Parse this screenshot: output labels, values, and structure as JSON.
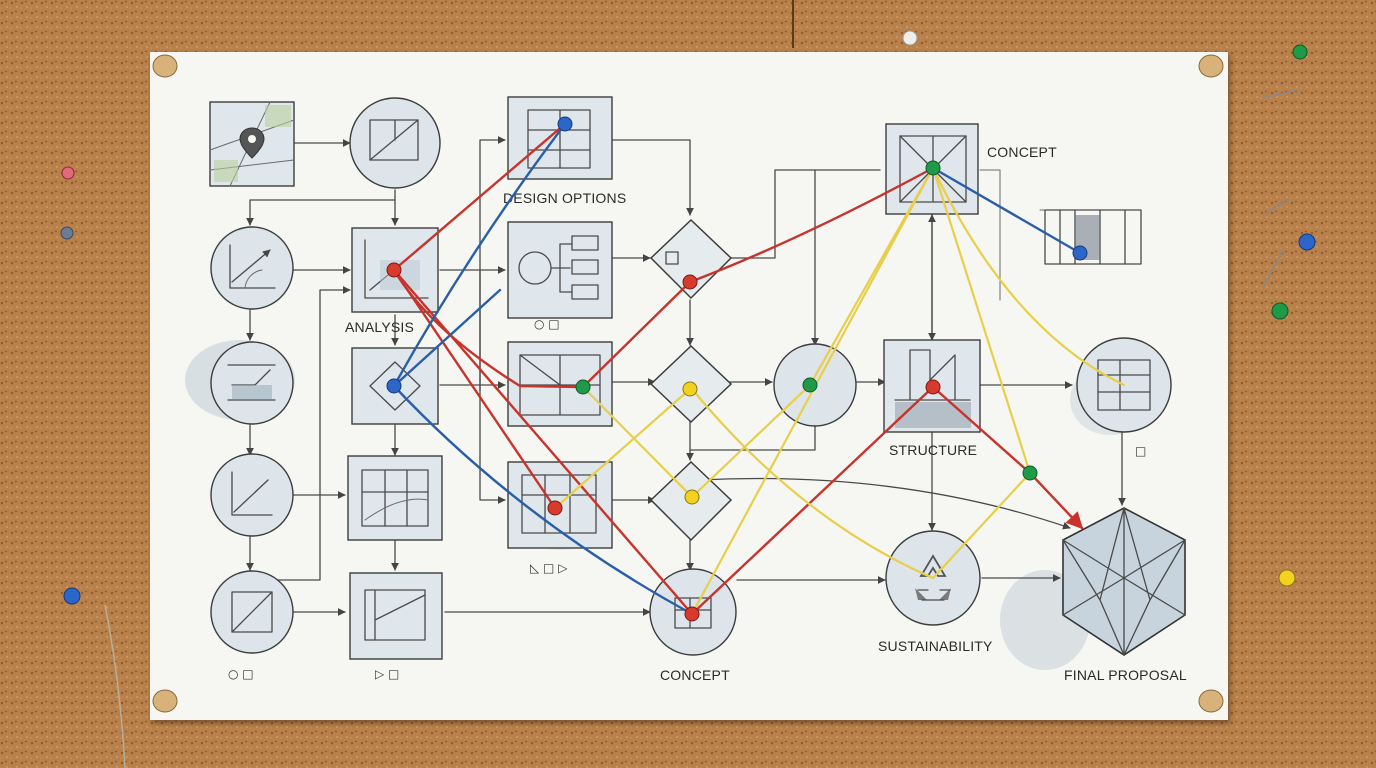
{
  "diagram": {
    "labels": {
      "analysis": "ANALYSIS",
      "design_options": "DESIGN OPTIONS",
      "concept_top": "CONCEPT",
      "structure": "STRUCTURE",
      "sustainability": "SUSTAINABILITY",
      "concept_bottom": "CONCEPT",
      "final_proposal": "FINAL PROPOSAL",
      "sym_col1": "○ □",
      "sym_col2": "▷ □",
      "sym_col3": "◺ □ ▷",
      "sym_right": "□"
    },
    "thread_colors": {
      "red": "#c8332b",
      "blue": "#2a5fa8",
      "yellow": "#e8cf4a"
    },
    "pin_colors": {
      "red": "#d83a2e",
      "blue": "#2c66c8",
      "green": "#1f9a48",
      "yellow": "#f2d21e",
      "pink": "#e06a7a",
      "wood": "#d8b27a"
    },
    "icons": [
      "map-pin-icon",
      "recycle-icon",
      "polyhedron-icon",
      "chart-icon",
      "grid-icon",
      "flowchart-icon"
    ],
    "background": {
      "cork": "#b8804a",
      "paper": "#f6f6f3"
    }
  }
}
